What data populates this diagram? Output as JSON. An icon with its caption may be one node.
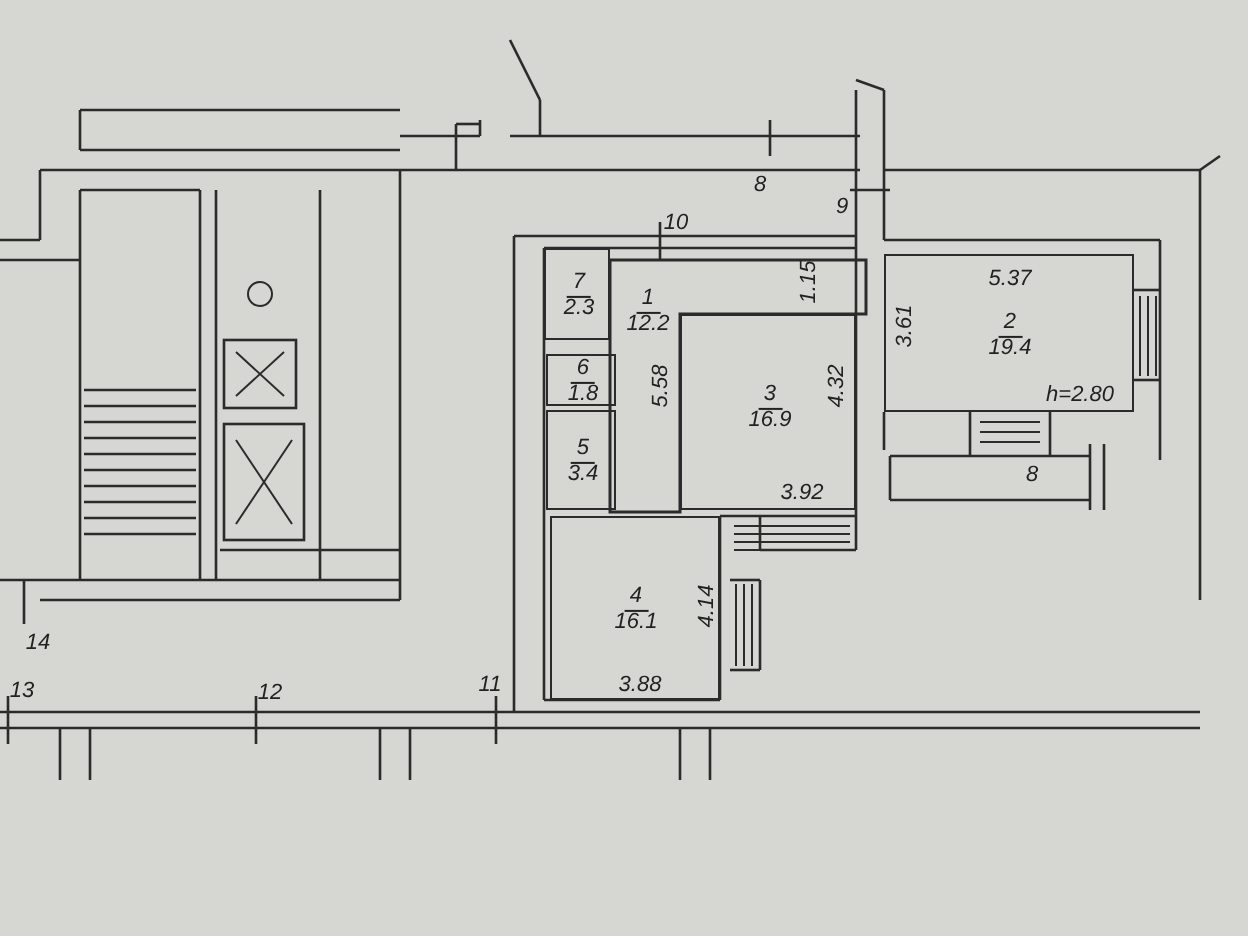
{
  "diagram": {
    "nodes": [
      {
        "text": [
          "7",
          "2.3"
        ]
      },
      {
        "text": [
          "1",
          "12.2"
        ]
      },
      {
        "text": [
          "2",
          "19.4"
        ]
      },
      {
        "text": [
          "6",
          "1.8"
        ]
      },
      {
        "text": [
          "3",
          "16.9"
        ]
      },
      {
        "text": [
          "5",
          "3.4"
        ]
      },
      {
        "text": [
          "4",
          "16.1"
        ]
      }
    ],
    "labels": [
      "8",
      "9",
      "10",
      "5.37",
      "1.15",
      "3.61",
      "5.58",
      "4.32",
      "h=2.80",
      "3.92",
      "8",
      "4.14",
      "14",
      "3.88",
      "13",
      "12",
      "11"
    ]
  }
}
